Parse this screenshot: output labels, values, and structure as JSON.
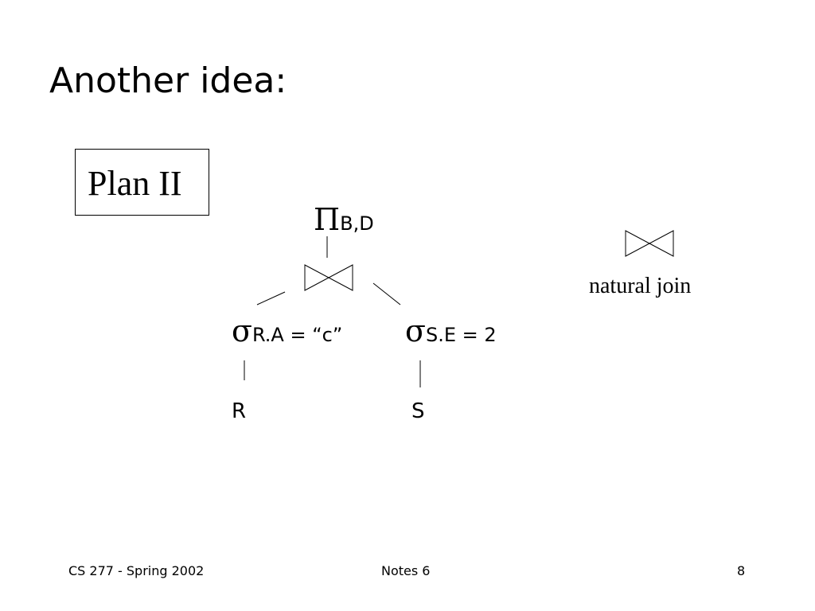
{
  "slide": {
    "title": "Another idea:",
    "plan_label": "Plan II"
  },
  "tree": {
    "projection": {
      "symbol": "Π",
      "subscript": "B,D"
    },
    "left_selection": {
      "symbol": "σ",
      "subscript": "R.A = “c”"
    },
    "right_selection": {
      "symbol": "σ",
      "subscript": "S.E = 2"
    },
    "left_leaf": "R",
    "right_leaf": "S",
    "join_icon": "bowtie-join-icon"
  },
  "legend": {
    "icon": "bowtie-join-icon",
    "label": "natural join"
  },
  "footer": {
    "course": "CS 277 - Spring 2002",
    "notes": "Notes 6",
    "page": "8"
  }
}
